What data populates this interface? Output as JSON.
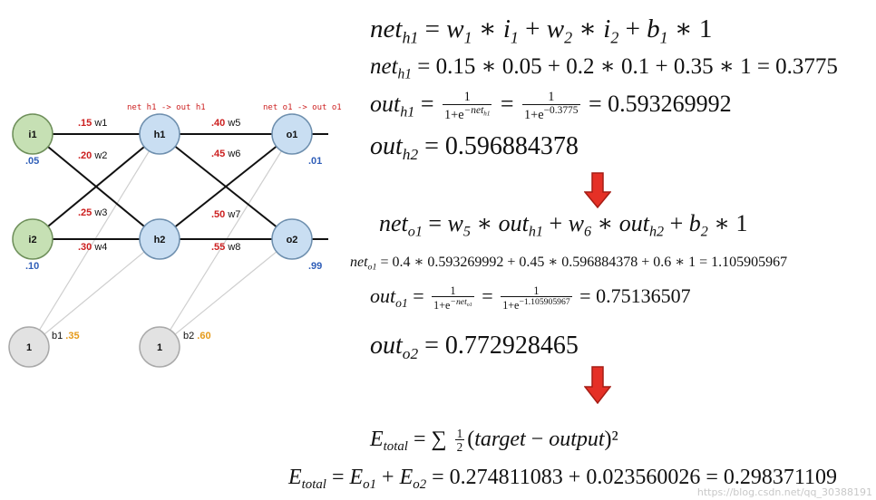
{
  "diagram": {
    "nodes": [
      {
        "id": "i1",
        "label": "i1",
        "value": ".05",
        "kind": "input"
      },
      {
        "id": "i2",
        "label": "i2",
        "value": ".10",
        "kind": "input"
      },
      {
        "id": "b1",
        "label": "1",
        "kind": "bias"
      },
      {
        "id": "h1",
        "label": "h1",
        "kind": "hidden"
      },
      {
        "id": "h2",
        "label": "h2",
        "kind": "hidden"
      },
      {
        "id": "b2",
        "label": "1",
        "kind": "bias"
      },
      {
        "id": "o1",
        "label": "o1",
        "value": ".01",
        "kind": "output"
      },
      {
        "id": "o2",
        "label": "o2",
        "value": ".99",
        "kind": "output"
      }
    ],
    "weights": [
      {
        "num": ".15",
        "name": "w1",
        "from": "i1",
        "to": "h1"
      },
      {
        "num": ".20",
        "name": "w2",
        "from": "i2",
        "to": "h1"
      },
      {
        "num": ".25",
        "name": "w3",
        "from": "i1",
        "to": "h2"
      },
      {
        "num": ".30",
        "name": "w4",
        "from": "i2",
        "to": "h2"
      },
      {
        "num": ".40",
        "name": "w5",
        "from": "h1",
        "to": "o1"
      },
      {
        "num": ".45",
        "name": "w6",
        "from": "h2",
        "to": "o1"
      },
      {
        "num": ".50",
        "name": "w7",
        "from": "h1",
        "to": "o2"
      },
      {
        "num": ".55",
        "name": "w8",
        "from": "h2",
        "to": "o2"
      }
    ],
    "biases": [
      {
        "name": "b1",
        "value": ".35"
      },
      {
        "name": "b2",
        "value": ".60"
      }
    ],
    "annotations": [
      "net h1 -> out h1",
      "net o1 -> out o1"
    ]
  },
  "formulas": {
    "f1": {
      "a": "net",
      "s1": "h1",
      "b": " = ",
      "c": "w",
      "s2": "1",
      "d": " ∗ ",
      "e": "i",
      "s3": "1",
      "f": " + ",
      "g": "w",
      "s4": "2",
      "h": " ∗ ",
      "j": "i",
      "s5": "2",
      "k": " + ",
      "l": "b",
      "s6": "1",
      "m": " ∗ 1"
    },
    "f2": {
      "a": "net",
      "s1": "h1",
      "b": " = 0.15 ∗ 0.05 + 0.2 ∗ 0.1 + 0.35 ∗ 1 = 0.3775"
    },
    "f3": {
      "a": "out",
      "s1": "h1",
      "b": " = ",
      "n1": "1",
      "d1": "1+e",
      "e1": "−net",
      "e1s": "h1",
      "c": " = ",
      "n2": "1",
      "d2": "1+e",
      "e2": "−0.3775",
      "d": " = 0.593269992"
    },
    "f4": {
      "a": "out",
      "s1": "h2",
      "b": " = 0.596884378"
    },
    "f5": {
      "a": "net",
      "s1": "o1",
      "b": " = ",
      "c": "w",
      "s2": "5",
      "d": " ∗ ",
      "e": "out",
      "s3": "h1",
      "f": " + ",
      "g": "w",
      "s4": "6",
      "h": " ∗ ",
      "j": "out",
      "s5": "h2",
      "k": " + ",
      "l": "b",
      "s6": "2",
      "m": " ∗ 1"
    },
    "f6": {
      "a": "net",
      "s1": "o1",
      "b": " = 0.4 ∗ 0.593269992 + 0.45 ∗ 0.596884378 + 0.6 ∗ 1 = 1.105905967"
    },
    "f7": {
      "a": "out",
      "s1": "o1",
      "b": " = ",
      "n1": "1",
      "d1": "1+e",
      "e1": "−net",
      "e1s": "o1",
      "c": " = ",
      "n2": "1",
      "d2": "1+e",
      "e2": "−1.105905967",
      "d": " = 0.75136507"
    },
    "f8": {
      "a": "out",
      "s1": "o2",
      "b": " = 0.772928465"
    },
    "f9": {
      "a": "E",
      "s1": "total",
      "b": " = ∑ ",
      "n1": "1",
      "d1": "2",
      "c": "(",
      "e": "target",
      "f": " − ",
      "g": "output",
      "h": ")²"
    },
    "f10": {
      "a": "E",
      "s1": "total",
      "b": " = ",
      "c": "E",
      "s2": "o1",
      "d": " + ",
      "e": "E",
      "s3": "o2",
      "f": " = 0.274811083 + 0.023560026 = 0.298371109"
    }
  },
  "colors": {
    "input_fill": "#c6e0b4",
    "input_stroke": "#6e8f5a",
    "hidden_fill": "#c9def2",
    "hidden_stroke": "#6e8fae",
    "bias_fill": "#e2e2e2",
    "bias_stroke": "#a9a9a9",
    "value_blue": "#2f5eb8",
    "weight_red": "#cc1f1f",
    "bias_orange": "#e59a1a",
    "arrow_fill": "#e53026",
    "arrow_stroke": "#a51d15"
  },
  "watermark": "https://blog.csdn.net/qq_30388191"
}
